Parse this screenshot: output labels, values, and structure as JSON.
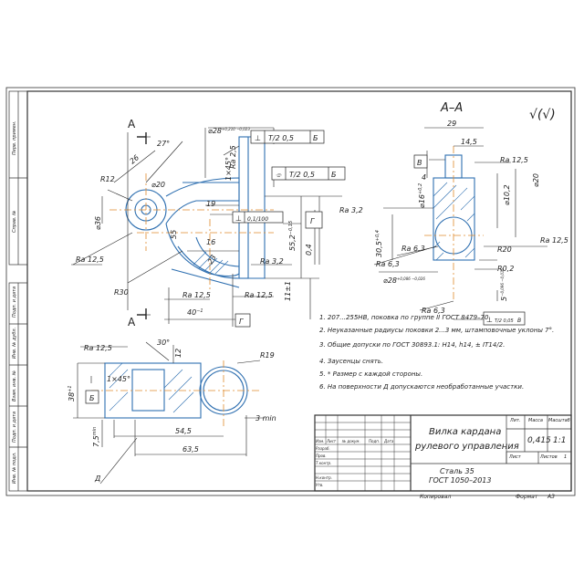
{
  "views": {
    "section_label": "A–A",
    "cut_label_top": "A",
    "cut_label_bottom": "A",
    "roughness_general": "√(√)"
  },
  "main_view_dims": {
    "d28": "⌀28",
    "d28_tol": "+0,210 −0,023",
    "angle27": "27°",
    "len26": "26",
    "d20": "⌀20",
    "r12": "R12",
    "d36": "⌀36",
    "ra12_5_a": "Ra 12,5",
    "ra2_5": "Ra 2,5",
    "chamfer": "1×45°",
    "fc1_sym": "⊥",
    "fc1_tol": "T/2 0,5",
    "fc1_base": "Б",
    "fc2_sym": "⌯",
    "fc2_tol": "T/2 0,5",
    "fc2_base": "Б",
    "ra3_2_a": "Ra 3,2",
    "dim19": "19",
    "perp_sym": "⊥",
    "perp_tol": "0,1/100",
    "dim55": "55",
    "dim16": "16",
    "dim23": "23",
    "dim55_2": "55,2",
    "dim55_2_tol": "−0,15",
    "dim04": "0,4",
    "base_g": "Г",
    "ra3_2_b": "Ra 3,2",
    "r30": "R30",
    "ra12_5_b": "Ra 12,5",
    "ra12_5_c": "Ra 12,5",
    "dim40": "40",
    "dim40_tol": "−1",
    "dim11": "11±1",
    "ra12_5_d": "Ra 12,5"
  },
  "section_dims": {
    "dim29": "29",
    "dim14_5": "14,5",
    "base_v": "В",
    "dim4": "4",
    "ra12_5_a": "Ra 12,5",
    "d10_2": "⌀10,2",
    "d20": "⌀20",
    "d16": "⌀16",
    "d16_tol": "+0,2",
    "dim30_5": "30,5",
    "dim30_5_tol": "+0,4",
    "ra6_3_a": "Ra 6,3",
    "ra6_3_b": "Ra 6,3",
    "ra6_3_c": "Ra 6,3",
    "r20": "R20",
    "r02": "R0,2",
    "d28": "⌀28",
    "d28_tol": "+0,086 −0,026",
    "dim5": "5",
    "dim5_tol": "−0,096 −0,016",
    "ra12_5_b": "Ra 12,5",
    "pos_sym": "⊥",
    "pos_tol": "T/2 0,05",
    "pos_base": "В"
  },
  "bottom_view_dims": {
    "ra12_5": "Ra 12,5",
    "angle30": "30°",
    "dim12": "12",
    "r19": "R19",
    "chamfer": "1×45°",
    "base_b": "Б",
    "dim38": "38",
    "dim38_tol": "+1",
    "dim7_5": "7,5",
    "dim7_5_tol": "min",
    "dim3min": "3 min",
    "dim54_5": "54,5",
    "dim63_5": "63,5",
    "base_d": "Д"
  },
  "notes": [
    "1. 207...255HB, поковка по группе II ГОСТ 8479–70.",
    "2. Неуказанные радиусы поковки 2...3 мм, штамповочные уклоны 7°.",
    "3. Общие допуски по ГОСТ 30893.1: H14, h14, ± IT14/2.",
    "4. Заусенцы снять.",
    "5. * Размер с каждой стороны.",
    "6. На поверхности Д допускаются необработанные участки."
  ],
  "title_block": {
    "name_line1": "Вилка кардана",
    "name_line2": "рулевого управления",
    "material_line1": "Сталь 35",
    "material_line2": "ГОСТ 1050–2013",
    "col_lit": "Лит.",
    "col_mass": "Масса",
    "col_scale": "Масштаб",
    "mass": "0,415",
    "scale": "1:1",
    "sheet": "Лист",
    "sheets": "Листов",
    "sheets_count": "1",
    "copied": "Копировал",
    "format": "Формат",
    "format_value": "А3",
    "rows": [
      "Изм.",
      "Лист",
      "№ докум.",
      "Подп.",
      "Дата"
    ],
    "roles": [
      "Разраб.",
      "Пров.",
      "Т.контр.",
      "",
      "Н.контр.",
      "Утв."
    ]
  },
  "side_stamps": [
    "Перв. примен.",
    "Справ. №",
    "Подп. и дата",
    "Инв. № дубл.",
    "Взам. инв. №",
    "Подп. и дата",
    "Инв. № подл."
  ]
}
